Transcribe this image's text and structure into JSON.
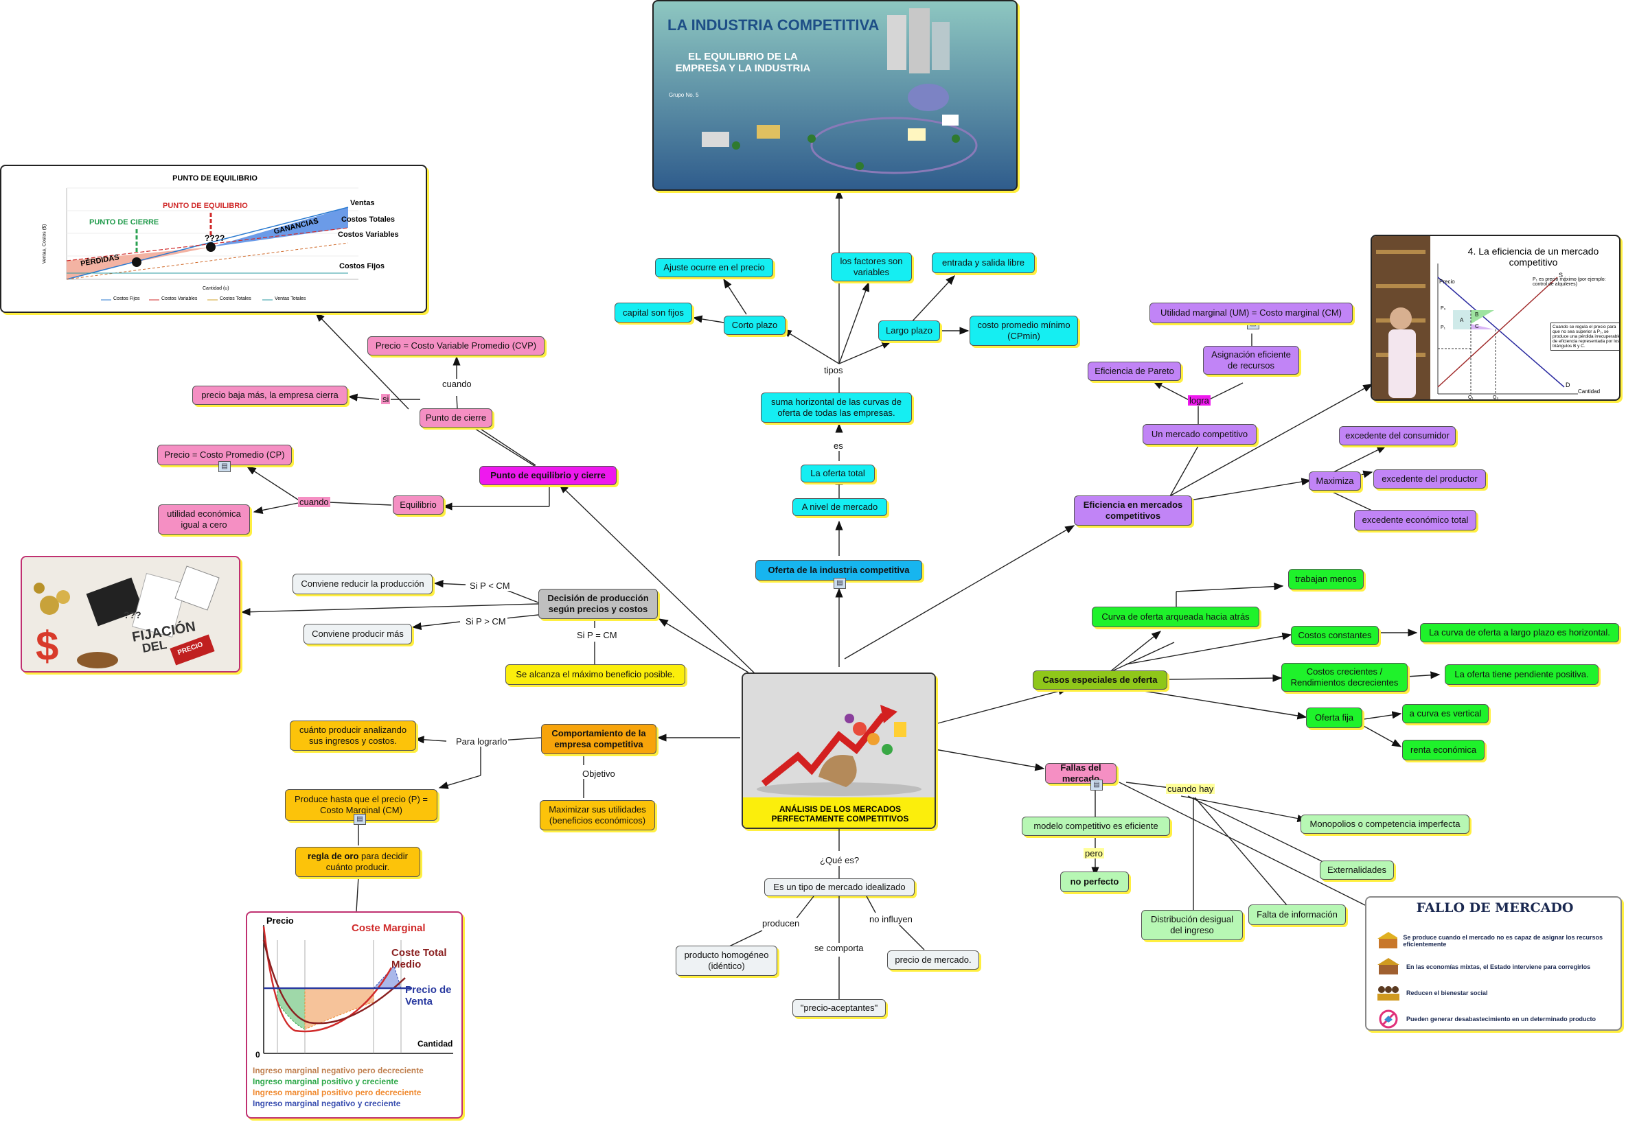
{
  "central": {
    "title": "ANÁLISIS DE LOS MERCADOS PERFECTAMENTE COMPETITIVOS",
    "q": "¿Qué es?",
    "def": "Es un tipo de mercado idealizado",
    "producen": "producen",
    "producto": "producto homogéneo (idéntico)",
    "se_comporta": "se comporta",
    "precio_aceptantes": "\"precio-aceptantes\"",
    "no_influyen": "no influyen",
    "precio_mercado": "precio de mercado."
  },
  "oferta": {
    "title": "Oferta de la industria competitiva",
    "nivel": "A nivel de mercado",
    "total": "La oferta total",
    "es": "es",
    "suma": "suma horizontal de las curvas de oferta de todas las empresas.",
    "tipos": "tipos",
    "corto": "Corto plazo",
    "ajuste": "Ajuste ocurre en el precio",
    "capital": "capital son fijos",
    "factores": "los factores son variables",
    "largo": "Largo plazo",
    "entrada": "entrada y salida libre",
    "costo_min": "costo promedio mínimo (CPmin)"
  },
  "poster": {
    "title": "LA INDUSTRIA COMPETITIVA",
    "subtitle": "EL EQUILIBRIO DE LA EMPRESA Y LA INDUSTRIA",
    "small": "Grupo No. 5"
  },
  "eficiencia": {
    "title": "Eficiencia en mercados competitivos",
    "mercado": "Un mercado competitivo",
    "logra": "logra",
    "pareto": "Eficiencia de Pareto",
    "asignacion": "Asignación eficiente de recursos",
    "um": "Utilidad marginal (UM) = Costo marginal (CM)",
    "maximiza": "Maximiza",
    "consumidor": "excedente del consumidor",
    "productor": "excedente del productor",
    "total": "excedente económico total"
  },
  "eff_image": {
    "title": "4. La eficiencia de un mercado competitivo",
    "precio": "Precio",
    "cantidad": "Cantidad",
    "s": "S",
    "d": "D",
    "note1": "P₁ es precio máximo (por ejemplo: control de alquileres)",
    "note2": "Cuando se regula el precio para que no sea superior a P₁, se produce una pérdida irrecuperable de eficiencia representada por los triángulos B y C.",
    "a": "A",
    "b": "B",
    "c": "C",
    "p0": "P₀",
    "p1": "P₁",
    "q1": "Q₁",
    "q0": "Q₀"
  },
  "casos": {
    "title": "Casos especiales de oferta",
    "arqueada": "Curva de oferta arqueada hacia atrás",
    "trabajan": "trabajan menos",
    "constantes": "Costos constantes",
    "horizontal": "La curva de oferta a largo plazo es horizontal.",
    "crecientes": "Costos crecientes / Rendimientos decrecientes",
    "pendiente": "La oferta tiene pendiente positiva.",
    "fija": "Oferta fija",
    "vertical": "a curva es vertical",
    "renta": "renta económica"
  },
  "fallas": {
    "title": "Fallas del mercado",
    "cuando_hay": "cuando hay",
    "modelo": "modelo competitivo es eficiente",
    "pero": "pero",
    "no_perfecto": "no perfecto",
    "monopolios": "Monopolios o competencia imperfecta",
    "externalidades": "Externalidades",
    "informacion": "Falta de información",
    "distribucion": "Distribución desigual del ingreso"
  },
  "fallo_card": {
    "title": "FALLO DE MERCADO",
    "items": [
      "Se produce cuando el mercado no es capaz de asignar los recursos eficientemente",
      "En las economías mixtas, el Estado interviene para corregirlos",
      "Reducen el bienestar social",
      "Pueden generar desabastecimiento en un determinado producto"
    ]
  },
  "equilibrio": {
    "title": "Punto de equilibrio y cierre",
    "cierre": "Punto de cierre",
    "cuando": "cuando",
    "cvp": "Precio = Costo Variable Promedio (CVP)",
    "si": "si",
    "baja": "precio baja más, la empresa cierra",
    "equilibrio": "Equilibrio",
    "cuando2": "cuando",
    "cp": "Precio = Costo Promedio (CP)",
    "utilidad": "utilidad económica igual a cero"
  },
  "pe_chart": {
    "title": "PUNTO DE EQUILIBRIO",
    "ventas": "Ventas",
    "costos_totales": "Costos Totales",
    "costos_variables": "Costos Variables",
    "costos_fijos": "Costos Fijos",
    "ganancias": "GANANCIAS",
    "perdidas": "PÉRDIDAS",
    "punto_cierre": "PUNTO DE CIERRE",
    "punto_eq": "PUNTO DE EQUILIBRIO",
    "qqq": "????",
    "ylabel": "Ventas, Costos ($)",
    "xlabel": "Cantidad (u)",
    "legend": [
      "Costos Fijos",
      "Costos Variables",
      "Costos Totales",
      "Ventas Totales"
    ]
  },
  "decision": {
    "title": "Decisión de producción según precios y costos",
    "menor": "Si P < CM",
    "reducir": "Conviene reducir la producción",
    "mayor": "Si P > CM",
    "producir": "Conviene producir más",
    "igual": "Si P = CM",
    "maximo": "Se alcanza el máximo beneficio posible."
  },
  "fijacion": {
    "text1": "FIJACIÓN",
    "text2": "DEL",
    "tag": "PRECIO",
    "q": "???"
  },
  "comportamiento": {
    "title": "Comportamiento de la empresa competitiva",
    "para": "Para lograrlo",
    "cuanto": "cuánto producir analizando sus ingresos y costos.",
    "produce": "Produce hasta que el precio (P) = Costo Marginal (CM)",
    "objetivo": "Objetivo",
    "maximizar": "Maximizar sus utilidades (beneficios económicos)",
    "regla_b": "regla de oro",
    "regla_r": " para decidir cuánto producir."
  },
  "cm_chart": {
    "precio": "Precio",
    "cantidad": "Cantidad",
    "zero": "0",
    "cm": "Coste Marginal",
    "ct": "Coste Total Medio",
    "pv": "Precio de Venta",
    "legend": [
      {
        "text": "Ingreso marginal negativo pero decreciente",
        "color": "#c08050"
      },
      {
        "text": "Ingreso marginal positivo y creciente",
        "color": "#2ea84a"
      },
      {
        "text": "Ingreso marginal positivo pero decreciente",
        "color": "#f08a30"
      },
      {
        "text": "Ingreso marginal negativo y creciente",
        "color": "#3a4fb0"
      }
    ]
  }
}
